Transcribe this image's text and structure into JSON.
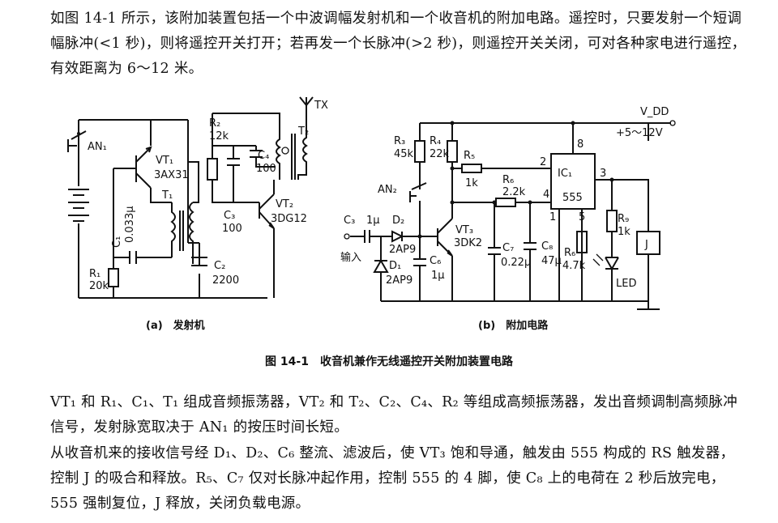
{
  "intro_text": "如图 14-1 所示，该附加装置包括一个中波调幅发射机和一个收音机的附加电路。遥控时，只要发射一个短调幅脉冲(<1 秒)，则将遥控开关打开；若再发一个长脉冲(>2 秒)，则遥控开关关闭，可对各种家电进行遥控，有效距离为 6～12 米。",
  "figure_caption": "图 14-1　收音机兼作无线遥控开关附加装置电路",
  "explanation_1": "VT₁ 和 R₁、C₁、T₁ 组成音频振荡器，VT₂ 和 T₂、C₂、C₄、R₂ 等组成高频振荡器，发出音频调制高频脉冲信号，发射脉宽取决于 AN₁ 的按压时间长短。",
  "explanation_2": "从收音机来的接收信号经 D₁、D₂、C₆ 整流、滤波后，使 VT₃ 饱和导通，触发由 555 构成的 RS 触发器，控制 J 的吸合和释放。R₅、C₇ 仅对长脉冲起作用，控制 555 的 4 脚，使 C₈ 上的电荷在 2 秒后放完电，555 强制复位，J 释放，关闭负载电源。",
  "transmitter": {
    "caption": "(a)　发射机",
    "an1": "AN₁",
    "vt1": "VT₁",
    "vt1_model": "3AX31",
    "c1": "C₁",
    "c1_val": "0.033μ",
    "t1": "T₁",
    "r1": "R₁",
    "r1_val": "20k",
    "r2": "R₂",
    "r2_val": "12k",
    "c3": "C₃",
    "c3_val": "100",
    "c4": "C₄",
    "c4_val": "100",
    "vt2": "VT₂",
    "vt2_model": "3DG12",
    "c2": "C₂",
    "c2_val": "2200",
    "t2": "T₂",
    "tx": "TX"
  },
  "addon": {
    "caption": "(b)　附加电路",
    "vdd": "V_DD",
    "supply": "+5～12V",
    "r3": "R₃",
    "r3_val": "45k",
    "r4": "R₄",
    "r4_val": "22k",
    "r5": "R₅",
    "r5_val": "1k",
    "r6a": "R₆",
    "r6a_val": "2.2k",
    "an2": "AN₂",
    "c3": "C₃",
    "c3_val": "1μ",
    "input": "输入",
    "d2": "D₂",
    "d2_model": "2AP9",
    "d1": "D₁",
    "d1_model": "2AP9",
    "c6": "C₆",
    "c6_val": "1μ",
    "vt3": "VT₃",
    "vt3_model": "3DK2",
    "c7": "C₇",
    "c7_val": "0.22μ",
    "c8": "C₈",
    "c8_val": "47μ",
    "r6b": "R₆",
    "r6b_val": "4.7k",
    "ic1": "IC₁",
    "ic1_model": "555",
    "pin8": "8",
    "pin2": "2",
    "pin4": "4",
    "pin3": "3",
    "pin1": "1",
    "pin5": "5",
    "r9": "R₉",
    "r9_val": "1k",
    "j": "J",
    "led": "LED"
  }
}
